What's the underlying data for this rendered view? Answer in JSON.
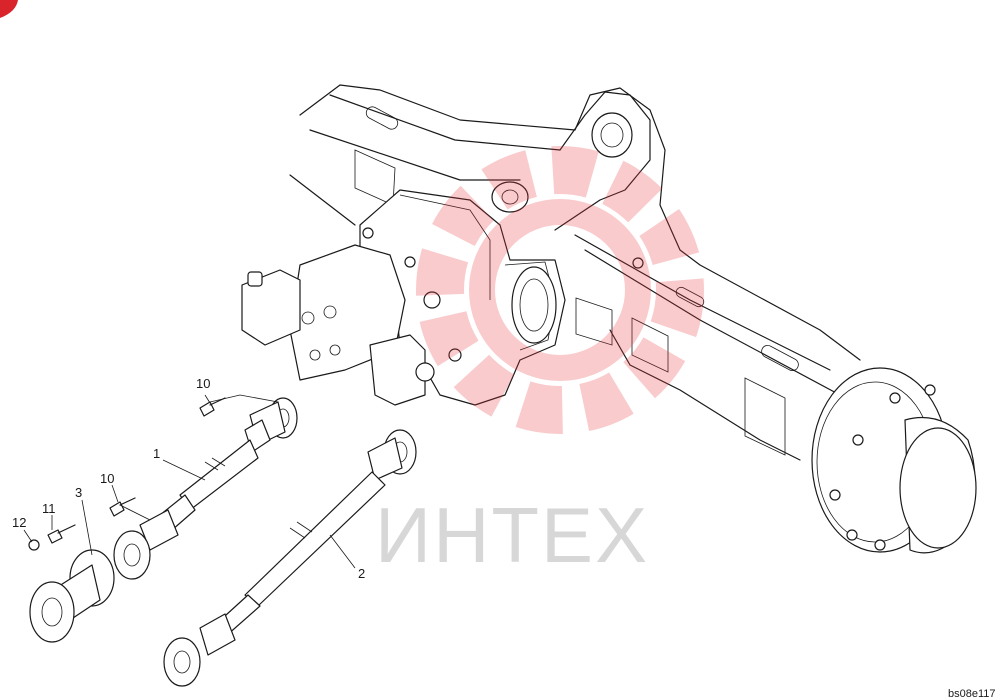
{
  "watermark": {
    "text": "ИНТЕХ",
    "gear_color": "#e8343a",
    "text_color": "#b8b8b8"
  },
  "corner_badge_color": "#d9242b",
  "labels": {
    "l1": "1",
    "l2": "2",
    "l3": "3",
    "l10a": "10",
    "l10b": "10",
    "l11": "11",
    "l12": "12"
  },
  "drawing_code": "bs08e117"
}
